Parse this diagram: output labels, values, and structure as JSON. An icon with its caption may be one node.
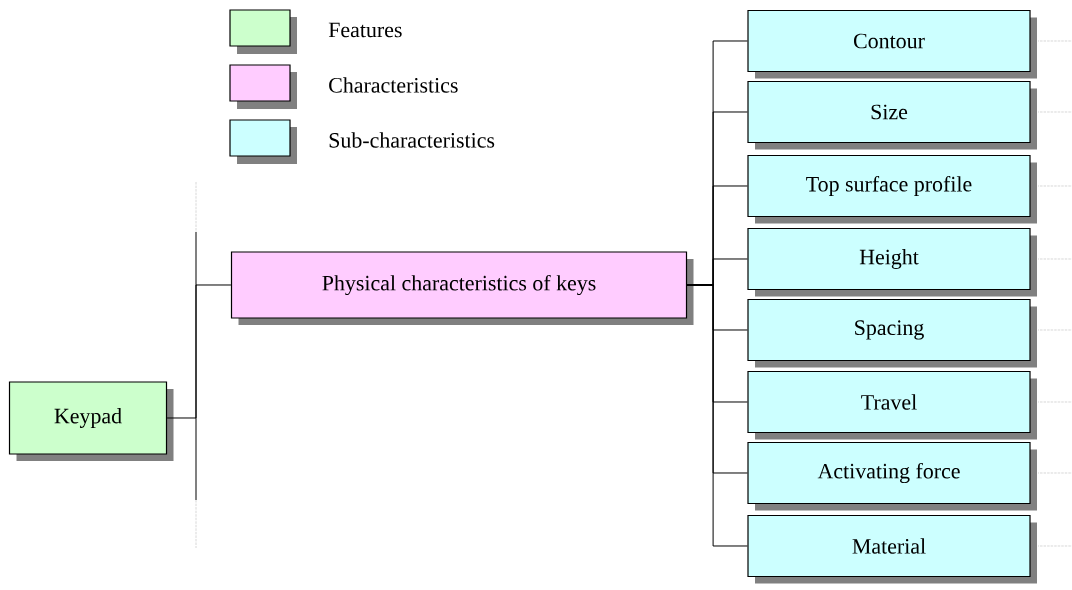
{
  "diagram": {
    "nodes": [
      {
        "text": [
          "Keypad"
        ]
      },
      {
        "text": [
          "Physical characteristics of keys"
        ]
      },
      {
        "text": [
          "Contour"
        ]
      },
      {
        "text": [
          "Size"
        ]
      },
      {
        "text": [
          "Top surface profile"
        ]
      },
      {
        "text": [
          "Height"
        ]
      },
      {
        "text": [
          "Spacing"
        ]
      },
      {
        "text": [
          "Travel"
        ]
      },
      {
        "text": [
          "Activating force"
        ]
      },
      {
        "text": [
          "Material"
        ]
      }
    ],
    "edges": [
      {
        "from": 0,
        "to": 1,
        "arrow": "none"
      },
      {
        "from": 1,
        "to": 2,
        "arrow": "none"
      },
      {
        "from": 1,
        "to": 3,
        "arrow": "none"
      },
      {
        "from": 1,
        "to": 4,
        "arrow": "none"
      },
      {
        "from": 1,
        "to": 5,
        "arrow": "none"
      },
      {
        "from": 1,
        "to": 6,
        "arrow": "none"
      },
      {
        "from": 1,
        "to": 7,
        "arrow": "none"
      },
      {
        "from": 1,
        "to": 8,
        "arrow": "none"
      },
      {
        "from": 1,
        "to": 9,
        "arrow": "none"
      },
      {
        "from": 2,
        "to": null,
        "arrow": "none",
        "style": "dashed"
      },
      {
        "from": 3,
        "to": null,
        "arrow": "none",
        "style": "dashed"
      },
      {
        "from": 4,
        "to": null,
        "arrow": "none",
        "style": "dashed"
      },
      {
        "from": 5,
        "to": null,
        "arrow": "none",
        "style": "dashed"
      },
      {
        "from": 6,
        "to": null,
        "arrow": "none",
        "style": "dashed"
      },
      {
        "from": 7,
        "to": null,
        "arrow": "none",
        "style": "dashed"
      },
      {
        "from": 8,
        "to": null,
        "arrow": "none",
        "style": "dashed"
      },
      {
        "from": 9,
        "to": null,
        "arrow": "none",
        "style": "dashed"
      }
    ],
    "legend": [
      {
        "text": "Features",
        "color": "#ccffcc"
      },
      {
        "text": "Characteristics",
        "color": "#ffccff"
      },
      {
        "text": "Sub-characteristics",
        "color": "#ccffff"
      }
    ]
  }
}
